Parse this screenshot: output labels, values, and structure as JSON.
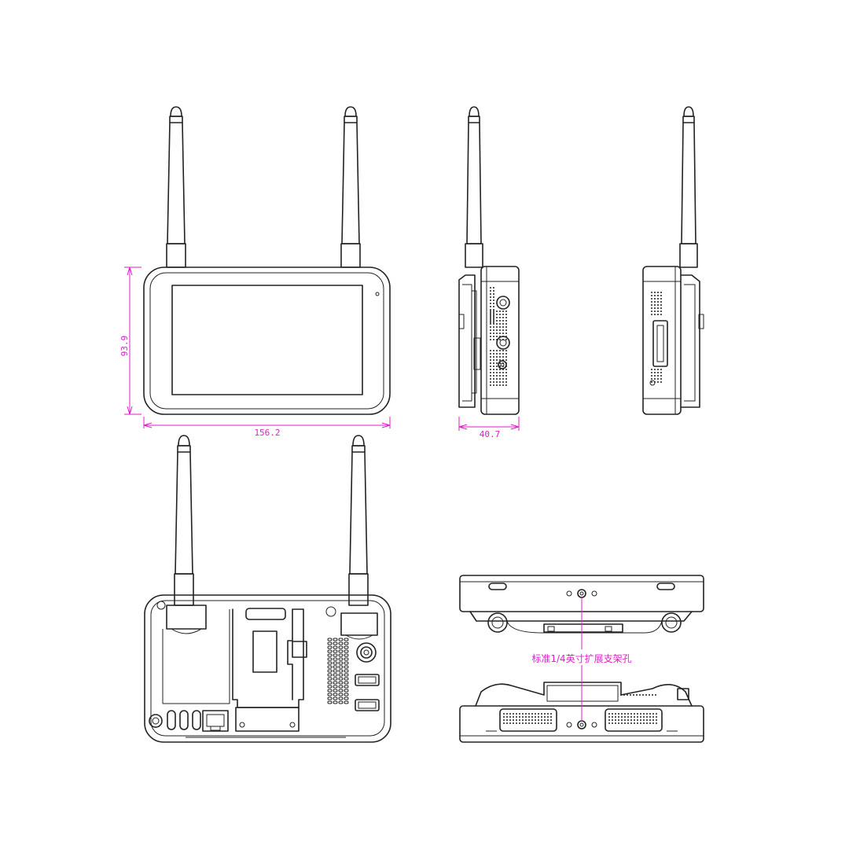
{
  "dimensions": {
    "width": "156.2",
    "height": "93.9",
    "depth": "40.7"
  },
  "annotation": {
    "mount_hole": "标准1/4英寸扩展支架孔"
  },
  "colors": {
    "line": "#222222",
    "dimension": "#e01ecc",
    "background": "#ffffff"
  }
}
